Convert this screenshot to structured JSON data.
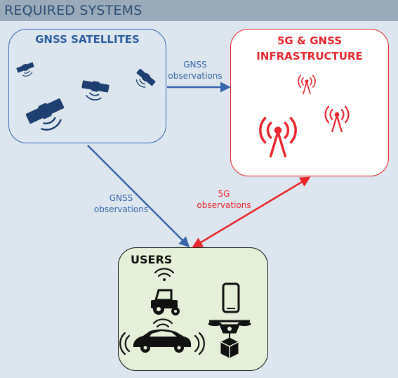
{
  "header": {
    "title": "REQUIRED SYSTEMS"
  },
  "nodes": {
    "gnss": {
      "title": "GNSS SATELLITES"
    },
    "infra": {
      "title_line1": "5G & GNSS",
      "title_line2": "INFRASTRUCTURE"
    },
    "users": {
      "title": "USERS"
    }
  },
  "edges": [
    {
      "from": "gnss",
      "to": "infra",
      "label_line1": "GNSS",
      "label_line2": "observations"
    },
    {
      "from": "gnss",
      "to": "users",
      "label_line1": "GNSS",
      "label_line2": "observations"
    },
    {
      "from": "infra",
      "to": "users",
      "label_line1": "5G",
      "label_line2": "observations",
      "bidirectional": true
    }
  ],
  "colors": {
    "gnss": "#3a65a8",
    "5g": "#e8262e",
    "header_bg": "#9aaab8",
    "background": "#dde6ee",
    "users_bg": "#e6efd9"
  },
  "icons": [
    "satellite-icon",
    "cell-tower-icon",
    "tractor-icon",
    "smartphone-icon",
    "car-icon",
    "delivery-drone-icon",
    "wifi-icon"
  ]
}
